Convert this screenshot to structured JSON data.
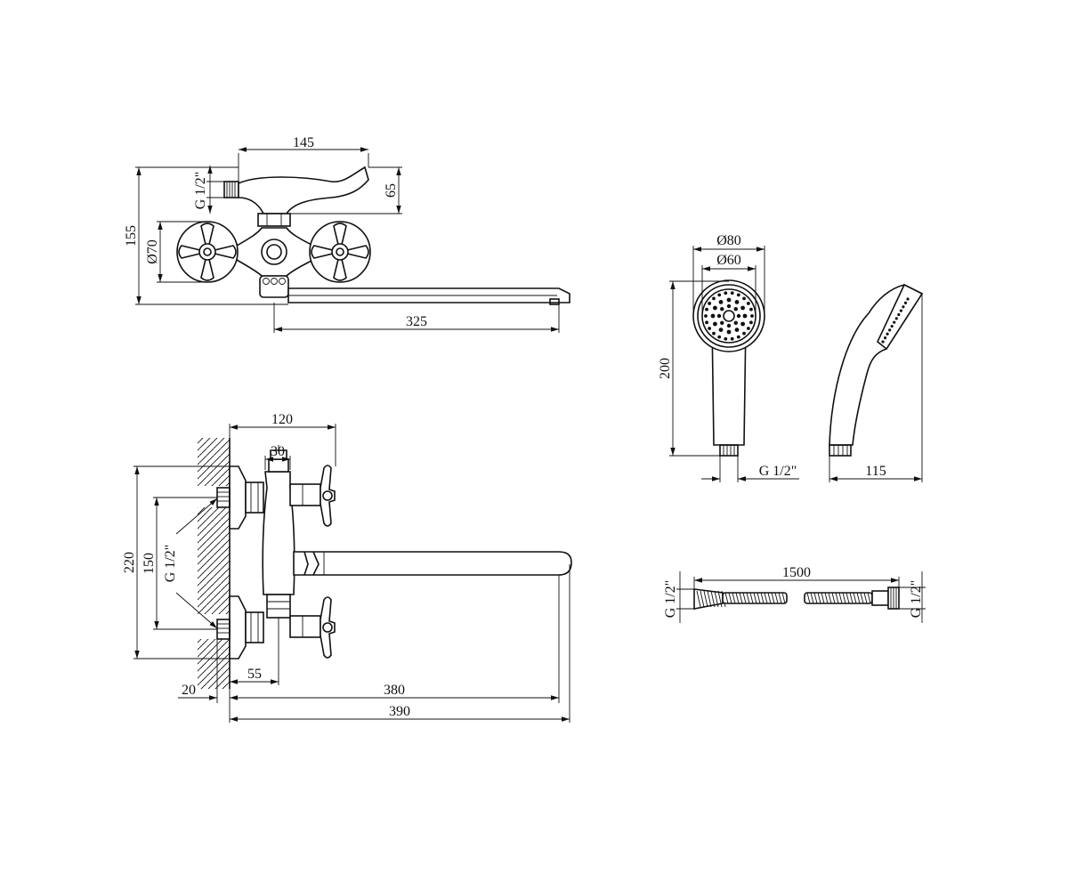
{
  "dimensions": {
    "top_view": {
      "width_145": "145",
      "thread_g12": "G 1/2\"",
      "height_65": "65",
      "height_155": "155",
      "diameter_70": "Ø70",
      "spout_325": "325"
    },
    "front_view": {
      "center_120": "120",
      "width_30": "30",
      "height_220": "220",
      "height_150": "150",
      "thread_g12": "G 1/2\"",
      "offset_55": "55",
      "wall_20": "20",
      "spout_380": "380",
      "total_390": "390"
    },
    "shower_head": {
      "diameter_80": "Ø80",
      "diameter_60": "Ø60",
      "length_200": "200",
      "thread_g12": "G 1/2\"",
      "width_115": "115"
    },
    "hose": {
      "length_1500": "1500",
      "thread_left": "G 1/2\"",
      "thread_right": "G 1/2\""
    }
  }
}
